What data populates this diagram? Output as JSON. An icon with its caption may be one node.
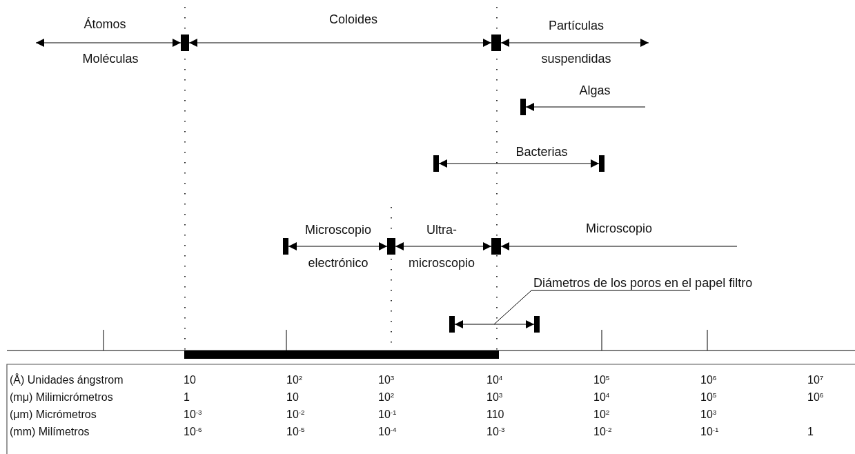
{
  "diagram": {
    "nodes": [
      {
        "text": [
          "Diámetros de los poros en el papel filtro"
        ]
      },
      {
        "text": [],
        "shape": "bar"
      }
    ],
    "edges": [
      {
        "from": 0,
        "to": 1,
        "arrow": "none"
      }
    ],
    "labels": [
      "Átomos",
      "Coloides",
      "Partículas suspendidas",
      "Moléculas",
      "Algas",
      "Bacterias",
      "Microscopio electrónico",
      "Ultra- microscopio",
      "Microscopio",
      "(Å) Unidades ángstrom",
      "10",
      "10$^{2}$",
      "10$^{3}$",
      "10$^{4}$",
      "10$^{5}$",
      "10$^{6}$",
      "10$^{7}$",
      "(mμ) Milimicrómetros",
      "1",
      "10",
      "10$^{2}$",
      "10$^{3}$",
      "10$^{4}$",
      "10$^{5}$",
      "10$^{6}$",
      "(μm) Micrómetros",
      "10$^{-3}$",
      "10$^{-2}$",
      "10$^{-1}$",
      "110",
      "10$^{2}$",
      "10$^{3}$",
      "(mm) Milímetros",
      "10$^{-6}$",
      "10$^{-5}$",
      "10$^{-4}$",
      "10$^{-3}$",
      "10$^{-2}$",
      "10$^{-1}$",
      "1"
    ]
  }
}
